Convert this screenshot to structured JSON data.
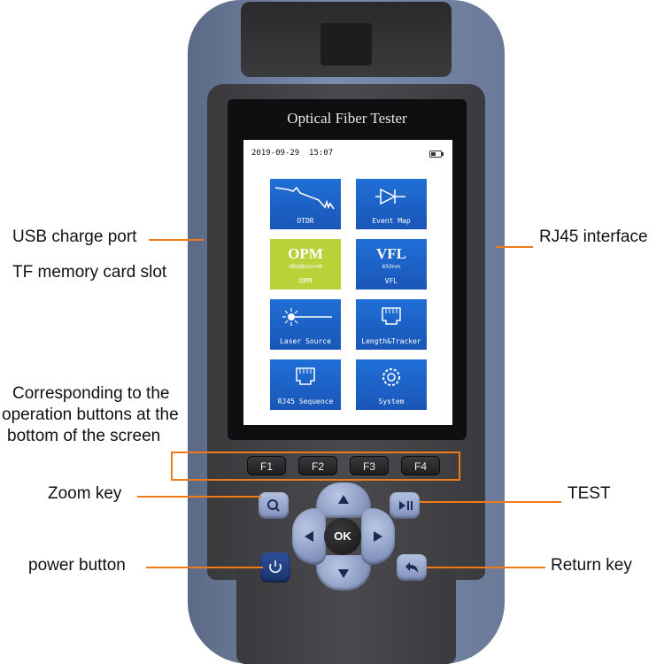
{
  "device": {
    "title": "Optical Fiber Tester",
    "status": {
      "date": "2019-09-29",
      "time": "15:07"
    },
    "tiles": [
      {
        "label": "OTDR",
        "icon": "otdr-trace-icon"
      },
      {
        "label": "Event Map",
        "icon": "event-map-icon"
      },
      {
        "label": "OPM",
        "big": "OPM",
        "sub": "dB/dBm/mW",
        "icon": "opm-text-icon"
      },
      {
        "label": "VFL",
        "big": "VFL",
        "sub": "650nm",
        "icon": "vfl-text-icon"
      },
      {
        "label": "Laser Source",
        "icon": "laser-icon"
      },
      {
        "label": "Length&Tracker",
        "icon": "rj45-icon"
      },
      {
        "label": "RJ45 Sequence",
        "icon": "rj45-icon"
      },
      {
        "label": "System",
        "icon": "gear-icon"
      }
    ],
    "fkeys": [
      "F1",
      "F2",
      "F3",
      "F4"
    ],
    "ok_label": "OK"
  },
  "annotations": {
    "usb": "USB charge port",
    "tf": "TF memory card slot",
    "rj45": "RJ45 interface",
    "corr1": "Corresponding to the",
    "corr2": "operation buttons at the",
    "corr3": "bottom of the screen",
    "zoom": "Zoom key",
    "test": "TEST",
    "power": "power button",
    "return": "Return key"
  },
  "colors": {
    "accent": "#f07a1a",
    "tile_blue": "#1f6fd6",
    "tile_opm": "#b8d23a",
    "bumper": "#6f7fa0",
    "body": "#434346"
  }
}
